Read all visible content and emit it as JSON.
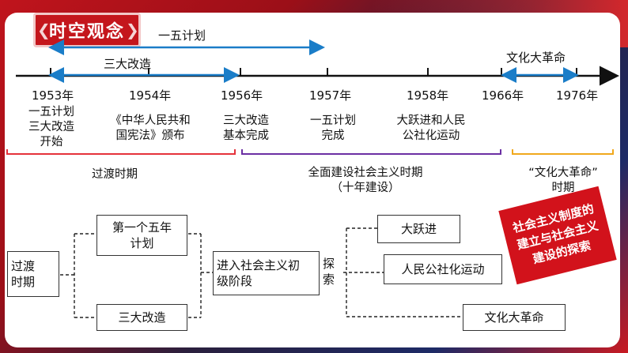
{
  "title": "时空观念",
  "arrow_labels": {
    "plan": "一五计划",
    "transform": "三大改造",
    "cultural_revolution": "文化大革命"
  },
  "years": [
    "1953年",
    "1954年",
    "1956年",
    "1957年",
    "1958年",
    "1966年",
    "1976年"
  ],
  "events": {
    "e1953": [
      "一五计划",
      "三大改造",
      "开始"
    ],
    "e1954": [
      "《中华人民共和",
      "国宪法》颁布"
    ],
    "e1956": [
      "三大改造",
      "基本完成"
    ],
    "e1957": [
      "一五计划",
      "完成"
    ],
    "e1958": [
      "大跃进和人民",
      "公社化运动"
    ]
  },
  "periods": {
    "transition": "过渡时期",
    "construction": [
      "全面建设社会主义时期",
      "（十年建设）"
    ],
    "cultural": [
      "“文化大革命”",
      "时期"
    ]
  },
  "diagram": {
    "left_box": [
      "过渡",
      "时期"
    ],
    "first_plan": [
      "第一个五年",
      "计划"
    ],
    "three_transform": "三大改造",
    "enter_stage": [
      "进入社会主义初",
      "级阶段"
    ],
    "explore": [
      "探",
      "索"
    ],
    "great_leap": "大跃进",
    "commune": "人民公社化运动",
    "cultural": "文化大革命"
  },
  "stamp": [
    "社会主义制度的",
    "建立与社会主义",
    "建设的探索"
  ],
  "colors": {
    "accent_red": "#c4161c",
    "arrow_blue": "#1a7dc8",
    "bracket_red": "#e5323b",
    "bracket_purple": "#6b2fa3",
    "bracket_yellow": "#f0a81c"
  }
}
